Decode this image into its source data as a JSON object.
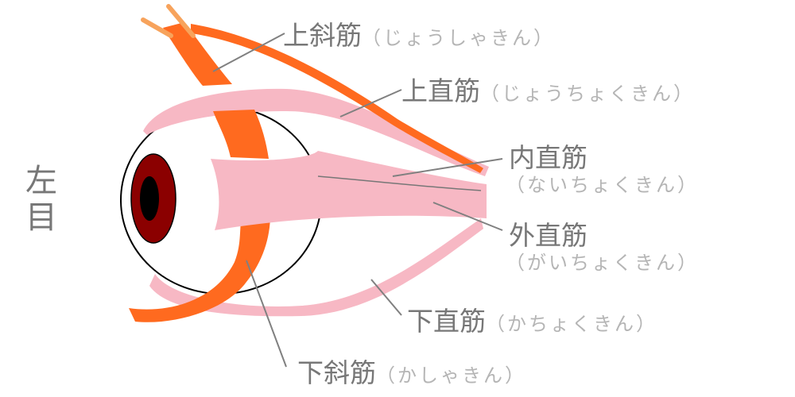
{
  "title": {
    "side_label_line1": "左",
    "side_label_line2": "目"
  },
  "labels": [
    {
      "id": "superior-oblique",
      "kanji": "上斜筋",
      "reading": "（じょうしゃきん）"
    },
    {
      "id": "superior-rectus",
      "kanji": "上直筋",
      "reading": "（じょうちょくきん）"
    },
    {
      "id": "medial-rectus",
      "kanji": "内直筋",
      "reading": "（ないちょくきん）"
    },
    {
      "id": "lateral-rectus",
      "kanji": "外直筋",
      "reading": "（がいちょくきん）"
    },
    {
      "id": "inferior-rectus",
      "kanji": "下直筋",
      "reading": "（かちょくきん）"
    },
    {
      "id": "inferior-oblique",
      "kanji": "下斜筋",
      "reading": "（かしゃきん）"
    }
  ],
  "colors": {
    "oblique_muscle": "#ff6a1f",
    "rectus_muscle": "#f7b8c4",
    "iris": "#8b0000",
    "pupil": "#000000",
    "trochlea": "#f7a35c",
    "leader_line": "#808080",
    "label_text": "#777777",
    "reading_text": "#b5b5b5"
  }
}
